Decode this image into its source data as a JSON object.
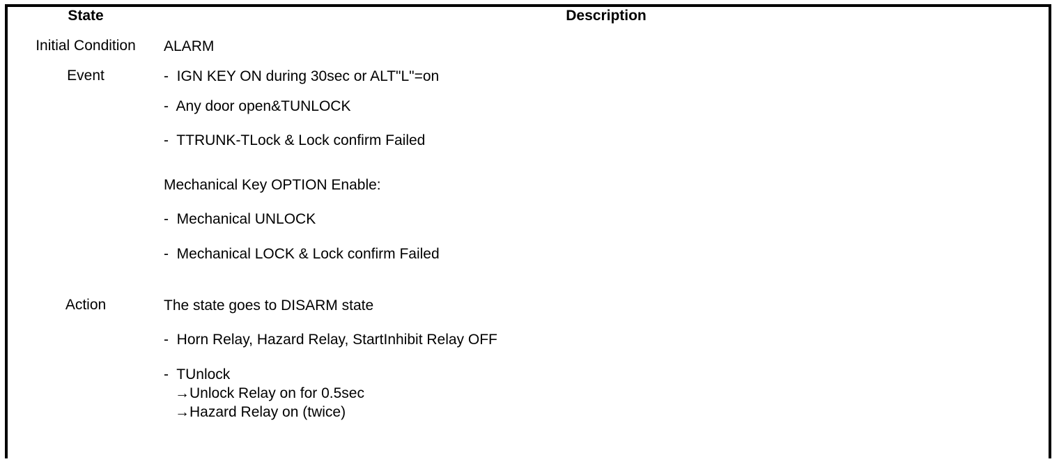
{
  "table": {
    "columns": [
      {
        "key": "state",
        "label": "State"
      },
      {
        "key": "description",
        "label": "Description"
      }
    ],
    "rows": [
      {
        "state": "Initial Condition",
        "lines": [
          "ALARM"
        ]
      },
      {
        "state": "Event",
        "blocks": [
          {
            "lines": [
              "-  IGN KEY ON during 30sec or ALT\"L\"=on"
            ]
          },
          {
            "lines": [
              "-  Any door open&TUNLOCK",
              "",
              "-  TTRUNK-TLock & Lock confirm Failed"
            ]
          },
          {
            "lines": [
              "Mechanical Key OPTION Enable:",
              "",
              "-  Mechanical UNLOCK",
              "",
              "-  Mechanical LOCK & Lock confirm Failed"
            ]
          }
        ]
      },
      {
        "state": "Action",
        "blocks": [
          {
            "lines": [
              "The state goes to DISARM state",
              "",
              "-  Horn Relay, Hazard Relay, StartInhibit Relay OFF",
              "",
              "-  TUnlock",
              "→Unlock Relay on for 0.5sec",
              "→Hazard Relay on (twice)"
            ]
          }
        ]
      }
    ]
  },
  "content": {
    "header_state": "State",
    "header_description": "Description",
    "initial_condition_label": "Initial Condition",
    "initial_condition_value": "ALARM",
    "event_label": "Event",
    "event_line_1": "-  IGN KEY ON during 30sec or ALT\"L\"=on",
    "event_line_2": "-  Any door open&TUNLOCK",
    "event_line_3": "-  TTRUNK-TLock & Lock confirm Failed",
    "event_line_4": "Mechanical Key OPTION Enable:",
    "event_line_5": "-  Mechanical UNLOCK",
    "event_line_6": "-  Mechanical LOCK & Lock confirm Failed",
    "action_label": "Action",
    "action_line_1": "The state goes to DISARM state",
    "action_line_2": "-  Horn Relay, Hazard Relay, StartInhibit Relay OFF",
    "action_line_3": "-  TUnlock",
    "action_line_4": "→Unlock Relay on for 0.5sec",
    "action_line_5": "→Hazard Relay on (twice)"
  },
  "colors": {
    "border": "#000000",
    "text": "#000000",
    "background": "#ffffff"
  }
}
